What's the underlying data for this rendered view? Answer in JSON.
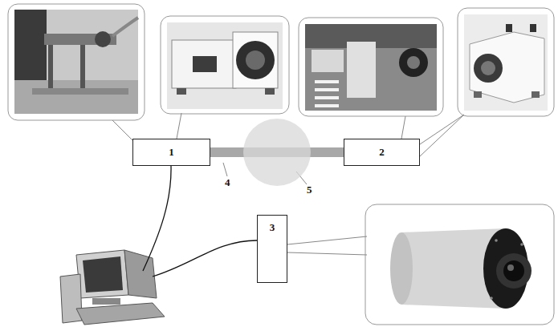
{
  "diagram": {
    "nodes": [
      {
        "text": [
          "1"
        ]
      },
      {
        "text": [
          "2"
        ]
      },
      {
        "text": [
          "3"
        ]
      }
    ],
    "edges": [
      {
        "from": 0,
        "to": 1,
        "arrow": "none"
      }
    ],
    "labels": [
      "4",
      "5"
    ]
  }
}
